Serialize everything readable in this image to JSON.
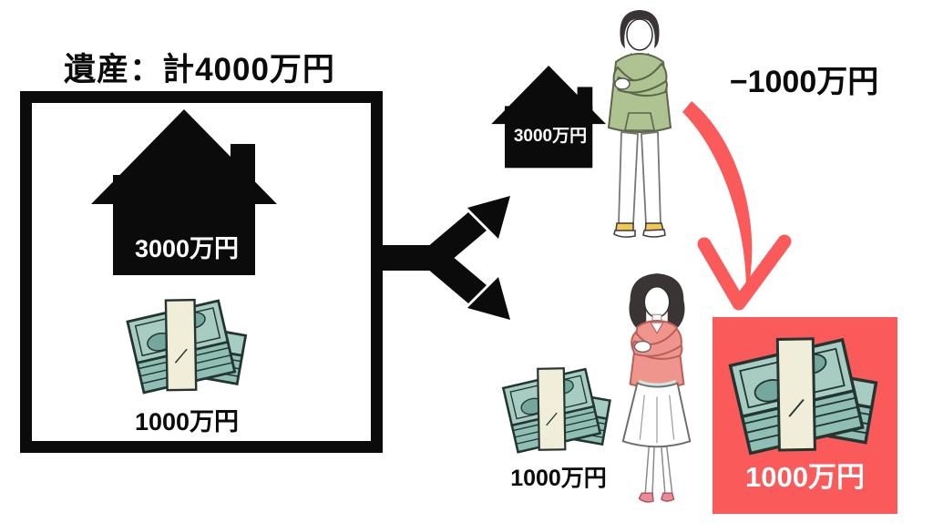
{
  "title": "遺産：計4000万円",
  "estate_box": {
    "house_value": "3000万円",
    "cash_value": "1000万円",
    "house_icon": "house-icon",
    "cash_icon": "money-stack-icon"
  },
  "split_arrow_icon": "split-arrow-icon",
  "heir_top": {
    "person_icon": "man-figure",
    "house_value": "3000万円"
  },
  "heir_bottom": {
    "person_icon": "woman-figure",
    "cash_value": "1000万円"
  },
  "settlement": {
    "amount": "−1000万円",
    "arrow_icon": "curved-arrow-icon",
    "cash_value": "1000万円"
  },
  "colors": {
    "black": "#0B0B0B",
    "accent_red": "#FA5A5A",
    "bill_face": "#A7CDC3",
    "bill_side": "#8FBFB4",
    "bill_oval": "#74A79E",
    "band_cream": "#F0EDD9",
    "hoodie_green": "#AEC292",
    "jacket_pink": "#F0958E",
    "shoe_yellow": "#F2C854",
    "shoe_pink": "#E98A95"
  }
}
